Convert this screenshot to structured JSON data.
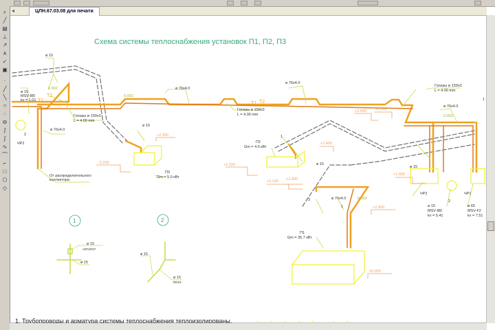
{
  "tab": {
    "title": "ЦЛН.67.03.08 для печати",
    "arrow": "◂"
  },
  "drawing": {
    "title": "Схема системы теплоснабжения установок П1, П2, П3",
    "note": "1. Трубопроводы и арматура системы теплоснабжения теплоизолированы.",
    "labels": {
      "d15_a": "ø 15",
      "msv_a": "MSV-I80",
      "kv_a": "kv = 1.01",
      "t2_a": "T2",
      "t1_a": "T1",
      "slope_a": "0.002",
      "support_a": "Голазы ø 159x3",
      "support_a_l": "L = 4.00 mm",
      "d76_a": "ø 76x4.0",
      "vp2_a": "ЧР2",
      "num2_a": "2",
      "collector_1": "От распределительного",
      "collector_2": "коллектора",
      "d76_b": "ø 76x4.0",
      "d76_c": "ø 76x4.0",
      "support_b": "Голазы ø 159x3",
      "support_b_l": "L = 4.00 mm",
      "t1_b": "T1",
      "t2_b": "T2",
      "slope_b": "0.002",
      "d15_p3": "ø 15",
      "lvl_2300": "+2.300",
      "lvl_2200_a": "-2.200",
      "p3": "П3",
      "p3_q": "Gm = 5.0 кВт",
      "p2": "П2",
      "p2_q": "Gm = 4.6 кВт",
      "num1_p2": "1",
      "d15_p2": "ø 15",
      "lvl_2200_b": "+2.200",
      "lvl_2100": "+2.100",
      "lvl_2400_a": "+2.400",
      "lvl_2400_b": "+2.400",
      "lvl_2500": "+2.500",
      "lvl_2600": "+2.600",
      "support_c": "Голазы ø 159x3",
      "support_c_l": "L = 4.00 mm",
      "d76_d": "ø 76x4.0",
      "slope_c": "0.002",
      "num1_r": "1",
      "d15_vp": "ø 15",
      "lvl_1000": "+1.000",
      "vp2_b": "ЧР2",
      "vp1": "ЧР1",
      "num2_b": "2",
      "d15_b": "ø 15",
      "msv_b": "MSV-I80",
      "kv_b": "kv = 5.41",
      "d65": "ø 65",
      "msv_c": "MSV-F2",
      "kv_c": "kv = 7.51",
      "d76_e": "ø 76x4.0",
      "num1_p1": "1",
      "num3": "3",
      "lvl_2400_c": "+2.400",
      "slope_d": "0.002",
      "p1": "П1",
      "p1_q": "Gm = 35.7 кВт",
      "lvl_0": "±0.000",
      "det1": "1",
      "det2": "2",
      "det1_d15a": "ø 15",
      "det1_vent": "AIRVENT",
      "det1_d15b": "ø 15",
      "det2_d15a": "ø 15",
      "det2_d15b": "ø 15",
      "det2_valve": "DN15"
    }
  },
  "colors": {
    "pipe": "#f0a020",
    "pipe_dark": "#e07818",
    "leader": "#c8d848",
    "equip": "#f0f040",
    "title": "#3aa878",
    "level": "#f0a060",
    "dash": "#707070"
  }
}
